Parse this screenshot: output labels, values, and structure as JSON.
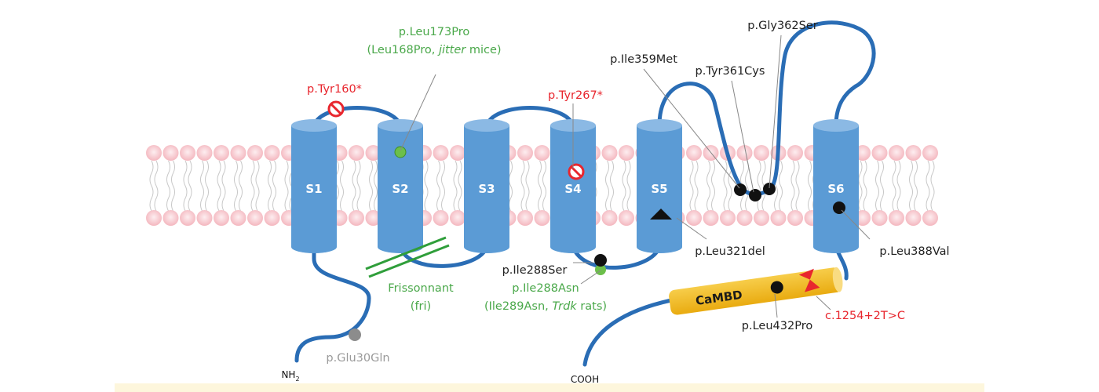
{
  "figure": {
    "type": "ion-channel membrane topology",
    "helices": [
      {
        "id": "S1",
        "label": "S1"
      },
      {
        "id": "S2",
        "label": "S2"
      },
      {
        "id": "S3",
        "label": "S3"
      },
      {
        "id": "S4",
        "label": "S4"
      },
      {
        "id": "S5",
        "label": "S5"
      },
      {
        "id": "S6",
        "label": "S6"
      }
    ],
    "termini": {
      "n": "NH",
      "n_sub": "2",
      "c": "COOH"
    },
    "domain_box": {
      "label": "CaMBD",
      "color": "#f2b81f"
    },
    "colors": {
      "helix": "#5b9bd5",
      "chain": "#2a6db5",
      "lipid_head": "#f7c6cc",
      "nonsense": "#e8262e",
      "animal_model": "#4aa84a",
      "missense": "#111111",
      "benign": "#8c8c8c"
    }
  },
  "mutations": {
    "tyr160": {
      "label": "p.Tyr160*",
      "type": "nonsense"
    },
    "leu173": {
      "line1": "p.Leu173Pro",
      "line2_pre": "(Leu168Pro, ",
      "line2_italic": "jitter",
      "line2_post": " mice)",
      "type": "animal_model"
    },
    "tyr267": {
      "label": "p.Tyr267*",
      "type": "nonsense"
    },
    "ile359": {
      "label": "p.Ile359Met",
      "type": "missense"
    },
    "tyr361": {
      "label": "p.Tyr361Cys",
      "type": "missense"
    },
    "gly362": {
      "label": "p.Gly362Ser",
      "type": "missense"
    },
    "leu321": {
      "label": "p.Leu321del",
      "type": "deletion"
    },
    "leu388": {
      "label": "p.Leu388Val",
      "type": "missense"
    },
    "ile288ser": {
      "label": "p.Ile288Ser",
      "type": "missense"
    },
    "ile288asn": {
      "line1": "p.Ile288Asn",
      "line2_pre": "(Ile289Asn, ",
      "line2_italic": "Trdk",
      "line2_post": " rats)",
      "type": "animal_model"
    },
    "frissonnant": {
      "line1": "Frissonnant",
      "line2": "(fri)",
      "type": "animal_model"
    },
    "glu30": {
      "label": "p.Glu30Gln",
      "type": "benign"
    },
    "leu432": {
      "label": "p.Leu432Pro",
      "type": "missense"
    },
    "splice": {
      "label": "c.1254+2T>C",
      "type": "splice"
    }
  }
}
